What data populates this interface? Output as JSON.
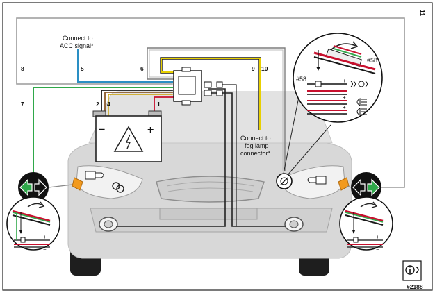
{
  "page_number": "11",
  "labels": {
    "acc": [
      "Connect to",
      "ACC signal*"
    ],
    "fog": [
      "Connect to",
      "fog lamp",
      "connector*"
    ],
    "pin58_top": "#58",
    "pin58_left": "#58",
    "doc_code": "#2188"
  },
  "wire_numbers": {
    "w8": "8",
    "w5": "5",
    "w6": "6",
    "w9": "9",
    "w10": "10",
    "w7": "7",
    "w2": "2",
    "w4": "4",
    "w1": "1"
  },
  "battery": {
    "minus": "−",
    "plus": "+"
  },
  "polarity": {
    "plus": "+",
    "minus": "−"
  },
  "colors": {
    "grey_wire": "#9a9a9a",
    "blue_wire": "#2a8fc4",
    "green_wire": "#2fa84a",
    "yellow_wire": "#e8d000",
    "red_wire": "#c8102e",
    "brown_wire": "#8a5a2b",
    "black_wire": "#1a1a1a",
    "car_body": "#d6d6d6",
    "indicator": "#f29a1e"
  },
  "icons": [
    "arrow-left-icon",
    "arrow-right-icon",
    "lightning-warning-icon",
    "info-icon",
    "bulb-icon"
  ]
}
